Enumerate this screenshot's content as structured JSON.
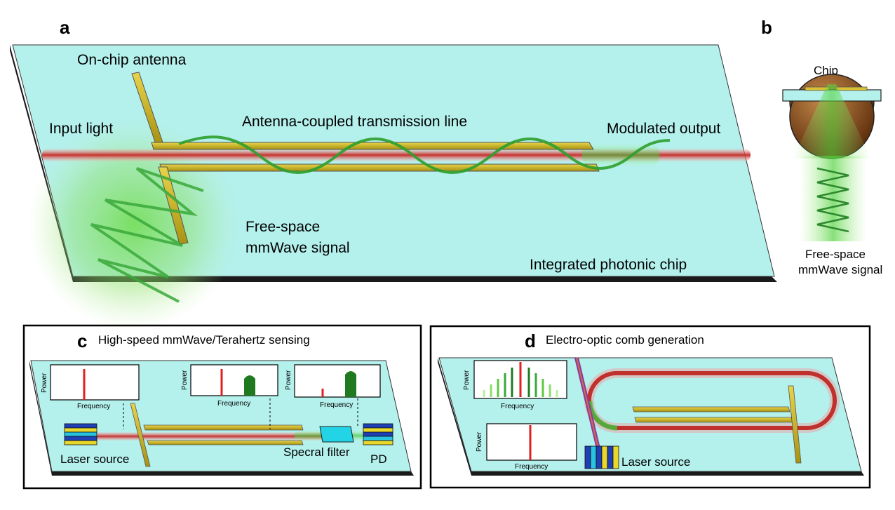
{
  "panels": {
    "a": {
      "letter": "a",
      "labels": {
        "antenna": "On-chip antenna",
        "input": "Input light",
        "line": "Antenna-coupled transmission line",
        "output": "Modulated output",
        "signal_1": "Free-space",
        "signal_2": "mmWave signal",
        "chip": "Integrated photonic chip"
      }
    },
    "b": {
      "letter": "b",
      "labels": {
        "chip": "Chip",
        "signal_1": "Free-space",
        "signal_2": "mmWave signal"
      }
    },
    "c": {
      "letter": "c",
      "title": "High-speed mmWave/Terahertz sensing",
      "labels": {
        "laser": "Laser source",
        "filter": "Specral filter",
        "pd": "PD"
      },
      "plots": [
        {
          "ylabel": "Power",
          "xlabel": "Frequency"
        },
        {
          "ylabel": "Power",
          "xlabel": "Frequency"
        },
        {
          "ylabel": "Power",
          "xlabel": "Frequency"
        }
      ]
    },
    "d": {
      "letter": "d",
      "title": "Electro-optic comb generation",
      "labels": {
        "laser": "Laser source"
      },
      "plots": [
        {
          "ylabel": "Power",
          "xlabel": "Frequency"
        },
        {
          "ylabel": "Power",
          "xlabel": "Frequency"
        }
      ]
    }
  },
  "colors": {
    "chip": "#b4f0ec",
    "electrode": "#c8b21e",
    "light": "#d23232",
    "mmwave": "#2e9e2e",
    "filter": "#22d4e6",
    "lens": "#8a4a1c"
  }
}
